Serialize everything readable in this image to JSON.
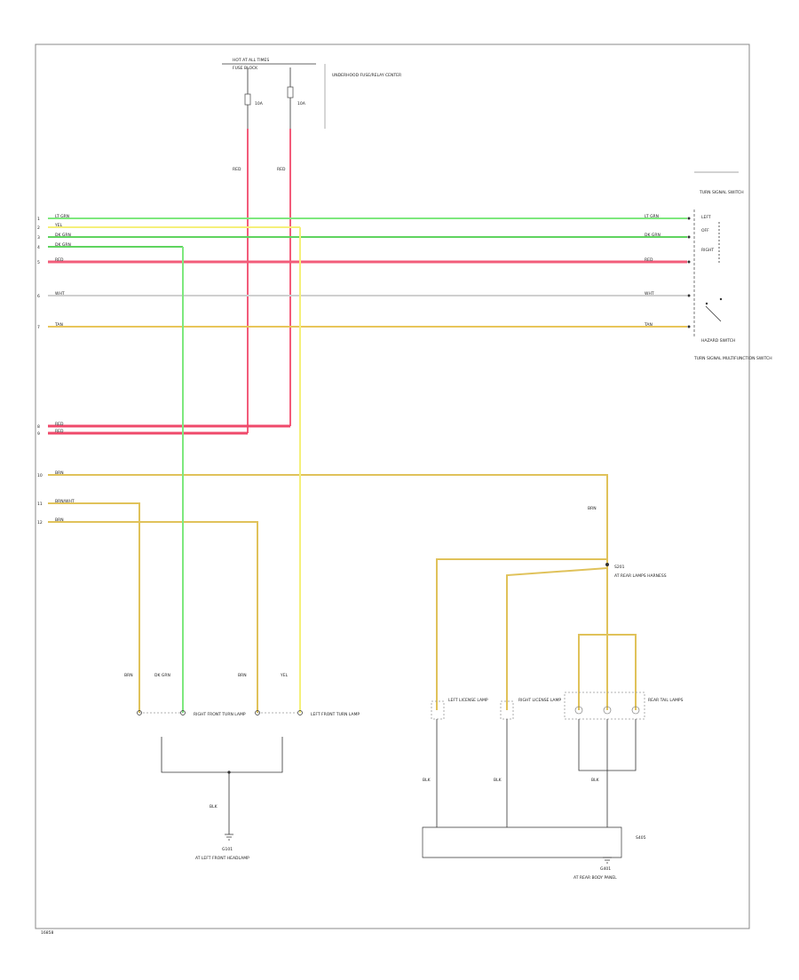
{
  "fuse": {
    "title": "HOT AT ALL TIMES",
    "box": "FUSE BLOCK",
    "fuse_left": "10A",
    "fuse_right": "10A",
    "note": "UNDERHOOD FUSE/RELAY CENTER",
    "wire_left": "RED",
    "wire_right": "RED"
  },
  "switch": {
    "header": "TURN SIGNAL SWITCH",
    "positions": [
      "LEFT",
      "OFF",
      "RIGHT"
    ],
    "lower": "HAZARD SWITCH",
    "footer": "TURN SIGNAL MULTIFUNCTION SWITCH"
  },
  "bus_wires": [
    {
      "pin": "1",
      "label": "LT GRN",
      "color": "#7ee87e"
    },
    {
      "pin": "2",
      "label": "YEL",
      "color": "#f5f07a"
    },
    {
      "pin": "3",
      "label": "DK GRN",
      "color": "#5fd45f"
    },
    {
      "pin": "4",
      "label": "DK GRN",
      "color": "#5fd45f"
    },
    {
      "pin": "5",
      "label": "RED",
      "color": "#f25c7a"
    },
    {
      "pin": "6",
      "label": "WHT",
      "color": "#cfcfcf"
    },
    {
      "pin": "7",
      "label": "TAN",
      "color": "#e8c55a"
    }
  ],
  "lower_wires": [
    {
      "pin": "8",
      "label": "RED",
      "color": "#ef4a6b"
    },
    {
      "pin": "9",
      "label": "RED",
      "color": "#ef4a6b"
    },
    {
      "pin": "10",
      "label": "BRN",
      "color": "#e0c25a"
    },
    {
      "pin": "11",
      "label": "BRN/WHT",
      "color": "#e0c25a"
    },
    {
      "pin": "12",
      "label": "BRN",
      "color": "#e0c25a"
    }
  ],
  "left_lamps": {
    "wires": [
      "BRN",
      "DK GRN",
      "BRN",
      "YEL"
    ],
    "right_label": "RIGHT FRONT TURN LAMP",
    "left_label": "LEFT FRONT TURN LAMP",
    "ground_wire": "BLK",
    "ground_id": "G101",
    "ground_note": "AT LEFT FRONT HEADLAMP"
  },
  "right_lamps": {
    "splice": "S201",
    "splice_note": "AT REAR LAMPS HARNESS",
    "lamp_labels": [
      "LEFT LICENSE LAMP",
      "RIGHT LICENSE LAMP",
      "REAR TAIL LAMPS"
    ],
    "wire": "BRN",
    "ground_wire": "BLK",
    "ground_id": "G401",
    "ground_note": "AT REAR BODY PANEL",
    "ground_splice": "S405"
  },
  "page_id": "16858"
}
